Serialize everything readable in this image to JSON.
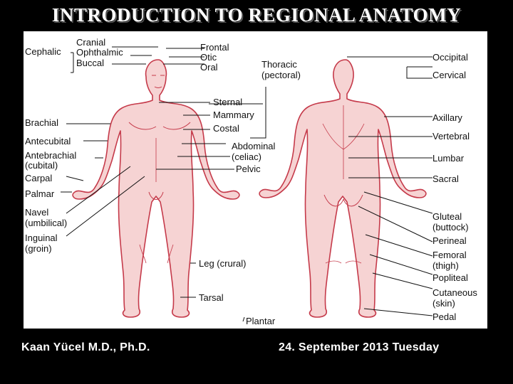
{
  "title": "INTRODUCTION TO REGIONAL ANATOMY",
  "labels": {
    "cephalic": "Cephalic",
    "cranial": "Cranial",
    "ophthalmic": "Ophthalmic",
    "buccal": "Buccal",
    "frontal": "Frontal",
    "otic": "Otic",
    "oral": "Oral",
    "thoracic": "Thoracic",
    "pectoral": "(pectoral)",
    "sternal": "Sternal",
    "mammary": "Mammary",
    "costal": "Costal",
    "abdominal": "Abdominal",
    "celiac": "(celiac)",
    "pelvic": "Pelvic",
    "brachial": "Brachial",
    "antecubital": "Antecubital",
    "antebrachial": "Antebrachial",
    "cubital": "(cubital)",
    "carpal": "Carpal",
    "palmar": "Palmar",
    "navel": "Navel",
    "umbilical": "(umbilical)",
    "inguinal": "Inguinal",
    "groin": "(groin)",
    "leg": "Leg (crural)",
    "tarsal": "Tarsal",
    "plantar": "Plantar",
    "occipital": "Occipital",
    "cervical": "Cervical",
    "axillary": "Axillary",
    "vertebral": "Vertebral",
    "lumbar": "Lumbar",
    "sacral": "Sacral",
    "gluteal": "Gluteal",
    "buttock": "(buttock)",
    "perineal": "Perineal",
    "femoral": "Femoral",
    "thigh": "(thigh)",
    "popliteal": "Popliteal",
    "cutaneous": "Cutaneous",
    "skin": "(skin)",
    "pedal": "Pedal"
  },
  "footer": {
    "author": "Kaan Yücel  M.D., Ph.D.",
    "date": "24. September 2013 Tuesday"
  },
  "colors": {
    "skin": "#f6d3d3",
    "outline": "#c53a4a",
    "leader": "#111111"
  }
}
